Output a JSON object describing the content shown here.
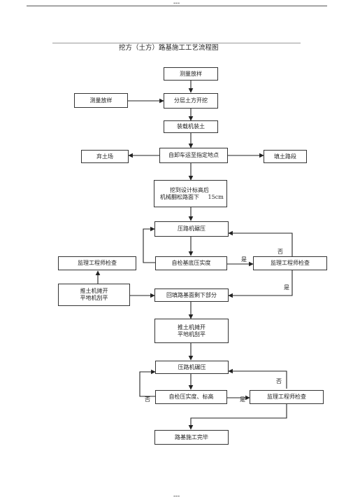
{
  "page": {
    "header_mark": "---",
    "footer_mark": "---",
    "title": "挖方（土方）路基施工工艺流程图"
  },
  "nodes": {
    "survey_main": "测量放样",
    "survey_side": "测量放样",
    "layer_excavation": "分层土方开挖",
    "loader_loading": "装载机装土",
    "truck_transport": "自卸车运至指定地点",
    "waste_site": "弃土场",
    "fill_section": "填土路段",
    "excavate_design_line1": "挖到设计标高后",
    "excavate_design_line2": "机械翻松路面下",
    "excavate_design_depth": "15cm",
    "roller_1": "压路机碾压",
    "self_check_base": "自检基底压实度",
    "supervisor_check_1": "监理工程师检查",
    "supervisor_check_left": "监理工程师检查",
    "bulldozer_left_line1": "推土机摊开",
    "bulldozer_left_line2": "平地机刮平",
    "backfill_remaining": "回填路基面剩下部分",
    "bulldozer_mid_line1": "推土机摊开",
    "bulldozer_mid_line2": "平地机刮平",
    "roller_2": "压路机碾压",
    "self_check_elev": "自检压实度、标高",
    "supervisor_check_2": "监理工程师检查",
    "subgrade_complete": "路基施工完毕"
  },
  "edge_labels": {
    "yes_1": "是",
    "no_1": "否",
    "yes_2": "是",
    "no_2a": "否",
    "no_2b": "否",
    "yes_3": "是"
  }
}
